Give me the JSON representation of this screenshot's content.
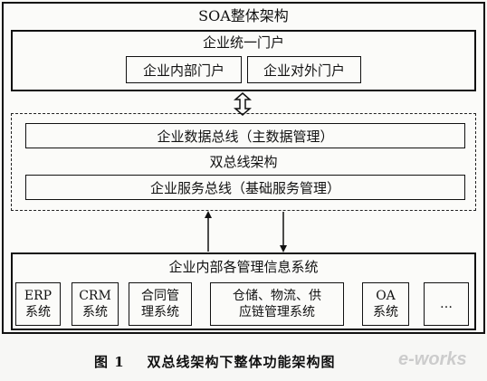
{
  "diagram": {
    "title": "SOA整体架构",
    "portal": {
      "title": "企业统一门户",
      "items": [
        "企业内部门户",
        "企业对外门户"
      ]
    },
    "dual_bus": {
      "data_bus": "企业数据总线（主数据管理）",
      "label": "双总线架构",
      "service_bus": "企业服务总线（基础服务管理）"
    },
    "internal": {
      "title": "企业内部各管理信息系统",
      "systems": [
        {
          "line1": "ERP",
          "line2": "系统"
        },
        {
          "line1": "CRM",
          "line2": "系统"
        },
        {
          "line1": "合同管",
          "line2": "理系统"
        },
        {
          "line1": "仓储、物流、供",
          "line2": "应链管理系统"
        },
        {
          "line1": "OA",
          "line2": "系统"
        },
        {
          "line1": "…",
          "line2": ""
        }
      ]
    },
    "caption": "图 1    双总线架构下整体功能架构图",
    "watermark": "e-works"
  }
}
